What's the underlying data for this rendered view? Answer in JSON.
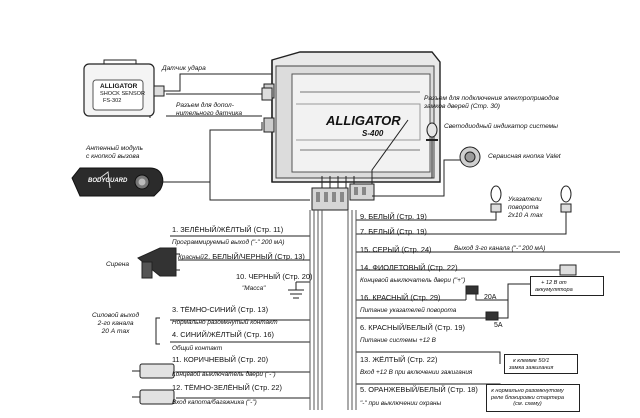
{
  "components": {
    "shock_sensor": {
      "label": "Датчик удара",
      "brand": "ALLIGATOR",
      "line2": "SHOCK SENSOR",
      "model": "FS-302"
    },
    "extra_sensor": "Разъем для допол-\nнительного датчика",
    "antenna": "Антенный модуль\nс кнопкой вызова",
    "antenna_brand": "BODYGUARD",
    "unit": {
      "brand": "ALLIGATOR",
      "model": "S-400"
    },
    "door_lock": "Разъем для подключения электроприводов\nзамков дверей (Стр. 30)",
    "led": "Светодиодный индикатор системы",
    "valet": "Сервисная кнопка Valet",
    "turn_lights": "Указатели\nповорота\n2x10 А max",
    "siren": "Сирена",
    "siren_red": "Красный",
    "second_channel": "Силовой выход\n2-го канала\n20 А max",
    "fuse_20": "20A",
    "fuse_5": "5A",
    "battery_box": "+ 12 В от\nаккумулятора",
    "ignition_box": "к клемме 50/1\nзамка зажигания",
    "starter_box": "к нормально разомкнутому\nреле блокировки стартера\n(см. схему)"
  },
  "left_wires": [
    {
      "label": "1. ЗЕЛЁНЫЙ/ЖЁЛТЫЙ (Стр. 11)",
      "sub": "Программируемый выход (\"-\" 200 мА)"
    },
    {
      "label": "2. БЕЛЫЙ/ЧЕРНЫЙ (Стр. 13)",
      "sub": ""
    },
    {
      "label": "10. ЧЕРНЫЙ (Стр. 20)",
      "sub": "\"Масса\""
    },
    {
      "label": "3. ТЁМНО-СИНИЙ (Стр. 13)",
      "sub": "Нормально разомкнутый контакт"
    },
    {
      "label": "4. СИНИЙ/ЖЁЛТЫЙ (Стр. 16)",
      "sub": "Общий контакт"
    },
    {
      "label": "11. КОРИЧНЕВЫЙ (Стр. 20)",
      "sub": "Концевой выключатель двери (\"-\")"
    },
    {
      "label": "12. ТЁМНО-ЗЕЛЁНЫЙ (Стр. 22)",
      "sub": "Вход капота/багажника (\"-\")"
    }
  ],
  "right_wires": [
    {
      "label": "9. БЕЛЫЙ (Стр. 19)",
      "sub": ""
    },
    {
      "label": "7. БЕЛЫЙ (Стр. 19)",
      "sub": ""
    },
    {
      "label": "15. СЕРЫЙ (Стр. 24)",
      "sub": "Выход 3-го канала (\"-\" 200 мА)"
    },
    {
      "label": "14. ФИОЛЕТОВЫЙ (Стр. 22)",
      "sub": "Концевой выключатель двери (\"+\")"
    },
    {
      "label": "16. КРАСНЫЙ (Стр. 29)",
      "sub": "Питание указателей поворота"
    },
    {
      "label": "6. КРАСНЫЙ/БЕЛЫЙ (Стр. 19)",
      "sub": "Питание системы +12 В"
    },
    {
      "label": "13. ЖЁЛТЫЙ (Стр. 22)",
      "sub": "Вход +12 В при включении зажигания"
    },
    {
      "label": "5. ОРАНЖЕВЫЙ/БЕЛЫЙ (Стр. 18)",
      "sub": "\"-\" при выключении охраны"
    }
  ]
}
